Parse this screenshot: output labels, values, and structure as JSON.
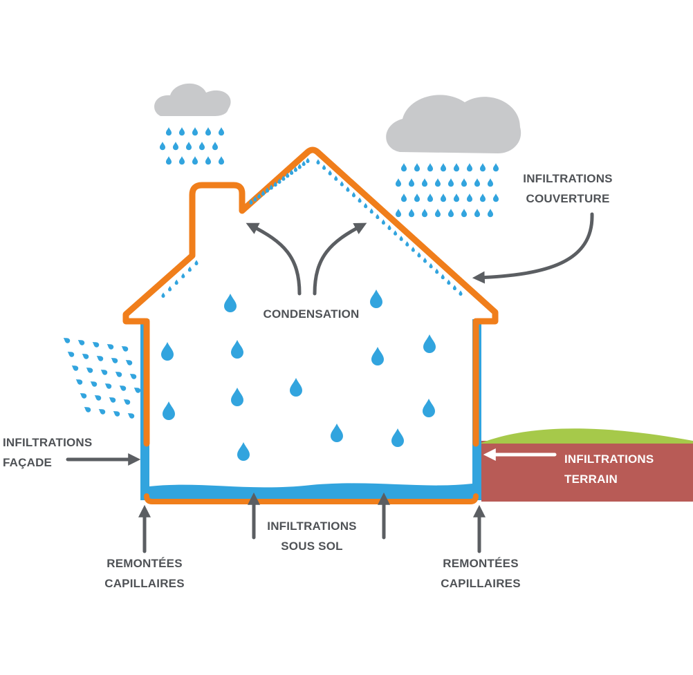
{
  "labels": {
    "roof": {
      "line1": "INFILTRATIONS",
      "line2": "COUVERTURE"
    },
    "condensation": "CONDENSATION",
    "facade": {
      "line1": "INFILTRATIONS",
      "line2": "FAÇADE"
    },
    "terrain": {
      "line1": "INFILTRATIONS",
      "line2": "TERRAIN"
    },
    "basement": {
      "line1": "INFILTRATIONS",
      "line2": "SOUS SOL"
    },
    "capillary_left": {
      "line1": "REMONTÉES",
      "line2": "CAPILLAIRES"
    },
    "capillary_right": {
      "line1": "REMONTÉES",
      "line2": "CAPILLAIRES"
    }
  },
  "colors": {
    "house_outline": "#f07e1b",
    "water": "#32a4de",
    "arrow": "#5b5e62",
    "cloud": "#c8c9cb",
    "soil": "#b85b56",
    "grass": "#a6c94a",
    "text": "#4f5256"
  }
}
